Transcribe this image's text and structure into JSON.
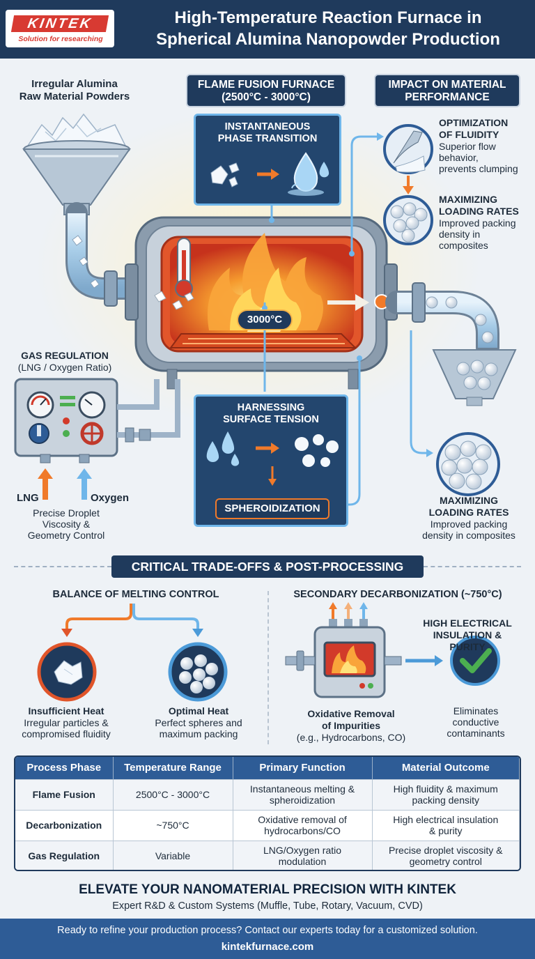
{
  "header": {
    "logo_text": "KINTEK",
    "logo_tagline": "Solution for researching",
    "title_line1": "High-Temperature Reaction Furnace in",
    "title_line2": "Spherical Alumina Nanopowder Production"
  },
  "raw_material": {
    "line1": "Irregular Alumina",
    "line2": "Raw Material Powders"
  },
  "furnace": {
    "label_line1": "FLAME FUSION FURNACE",
    "label_line2": "(2500°C - 3000°C)",
    "temp_badge": "3000°C"
  },
  "phase_panel": {
    "title_line1": "INSTANTANEOUS",
    "title_line2": "PHASE TRANSITION"
  },
  "tension_panel": {
    "title_line1": "HARNESSING",
    "title_line2": "SURFACE TENSION",
    "result": "SPHEROIDIZATION"
  },
  "impact": {
    "label_line1": "IMPACT ON MATERIAL",
    "label_line2": "PERFORMANCE",
    "fluidity": {
      "head1": "OPTIMIZATION",
      "head2": "OF FLUIDITY",
      "desc1": "Superior flow",
      "desc2": "behavior,",
      "desc3": "prevents clumping"
    },
    "loading": {
      "head1": "MAXIMIZING",
      "head2": "LOADING RATES",
      "desc1": "Improved packing",
      "desc2": "density in",
      "desc3": "composites"
    }
  },
  "output": {
    "head1": "MAXIMIZING",
    "head2": "LOADING RATES",
    "desc1": "Improved packing",
    "desc2": "density in composites"
  },
  "gas": {
    "title": "GAS REGULATION",
    "subtitle": "(LNG / Oxygen Ratio)",
    "lng": "LNG",
    "oxygen": "Oxygen",
    "note1": "Precise Droplet",
    "note2": "Viscosity &",
    "note3": "Geometry Control"
  },
  "tradeoffs": {
    "title": "CRITICAL TRADE-OFFS & POST-PROCESSING",
    "balance_title": "BALANCE OF MELTING CONTROL",
    "insufficient": {
      "head": "Insufficient Heat",
      "desc1": "Irregular particles &",
      "desc2": "compromised fluidity"
    },
    "optimal": {
      "head": "Optimal Heat",
      "desc1": "Perfect spheres and",
      "desc2": "maximum packing"
    },
    "decarb_title": "SECONDARY DECARBONIZATION (~750°C)",
    "oxidative": {
      "head1": "Oxidative Removal",
      "head2": "of Impurities",
      "desc": "(e.g., Hydrocarbons, CO)"
    },
    "insulation": {
      "head1": "HIGH ELECTRICAL",
      "head2": "INSULATION &",
      "head3": "PURITY",
      "desc1": "Eliminates",
      "desc2": "conductive",
      "desc3": "contaminants"
    }
  },
  "table": {
    "headers": [
      "Process Phase",
      "Temperature Range",
      "Primary Function",
      "Material Outcome"
    ],
    "rows": [
      {
        "phase": "Flame Fusion",
        "temp": "2500°C - 3000°C",
        "func1": "Instantaneous melting &",
        "func2": "spheroidization",
        "out1": "High fluidity & maximum",
        "out2": "packing density"
      },
      {
        "phase": "Decarbonization",
        "temp": "~750°C",
        "func1": "Oxidative removal of",
        "func2": "hydrocarbons/CO",
        "out1": "High electrical insulation",
        "out2": "& purity"
      },
      {
        "phase": "Gas Regulation",
        "temp": "Variable",
        "func1": "LNG/Oxygen ratio",
        "func2": "modulation",
        "out1": "Precise droplet viscosity &",
        "out2": "geometry control"
      }
    ]
  },
  "cta": {
    "title": "ELEVATE YOUR NANOMATERIAL PRECISION WITH KINTEK",
    "subtitle": "Expert R&D & Custom Systems (Muffle, Tube, Rotary, Vacuum, CVD)",
    "footer_line": "Ready to refine your production process? Contact our experts today for a customized solution.",
    "url": "kintekfurnace.com"
  },
  "colors": {
    "navy": "#1f3a5c",
    "accent_blue": "#6fb6ea",
    "flame_orange": "#f07a2a",
    "brand_red": "#d83a32"
  }
}
